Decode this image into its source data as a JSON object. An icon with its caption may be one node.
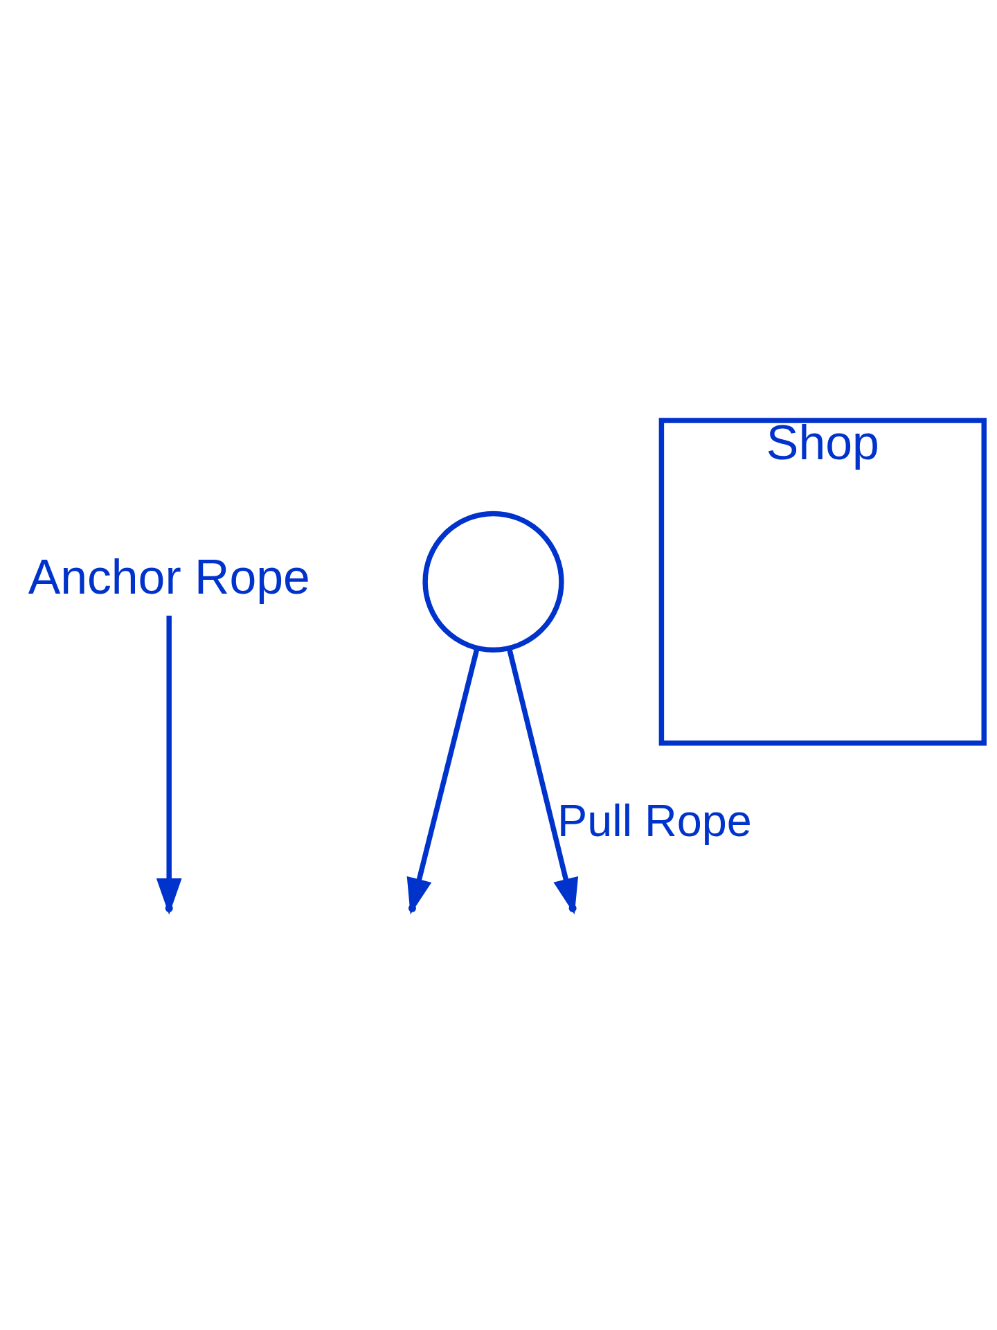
{
  "diagram": {
    "nodes": [
      {
        "text": [
          "Anchor Rope"
        ]
      },
      {
        "text": [],
        "shape": "circle"
      },
      {
        "text": [
          "Shop"
        ]
      }
    ],
    "edges": [
      {
        "from": 0,
        "to": null,
        "arrow": "to"
      },
      {
        "from": 1,
        "to": null,
        "arrow": "to"
      },
      {
        "from": 1,
        "to": null,
        "arrow": "to",
        "label": "Pull Rope"
      }
    ]
  }
}
